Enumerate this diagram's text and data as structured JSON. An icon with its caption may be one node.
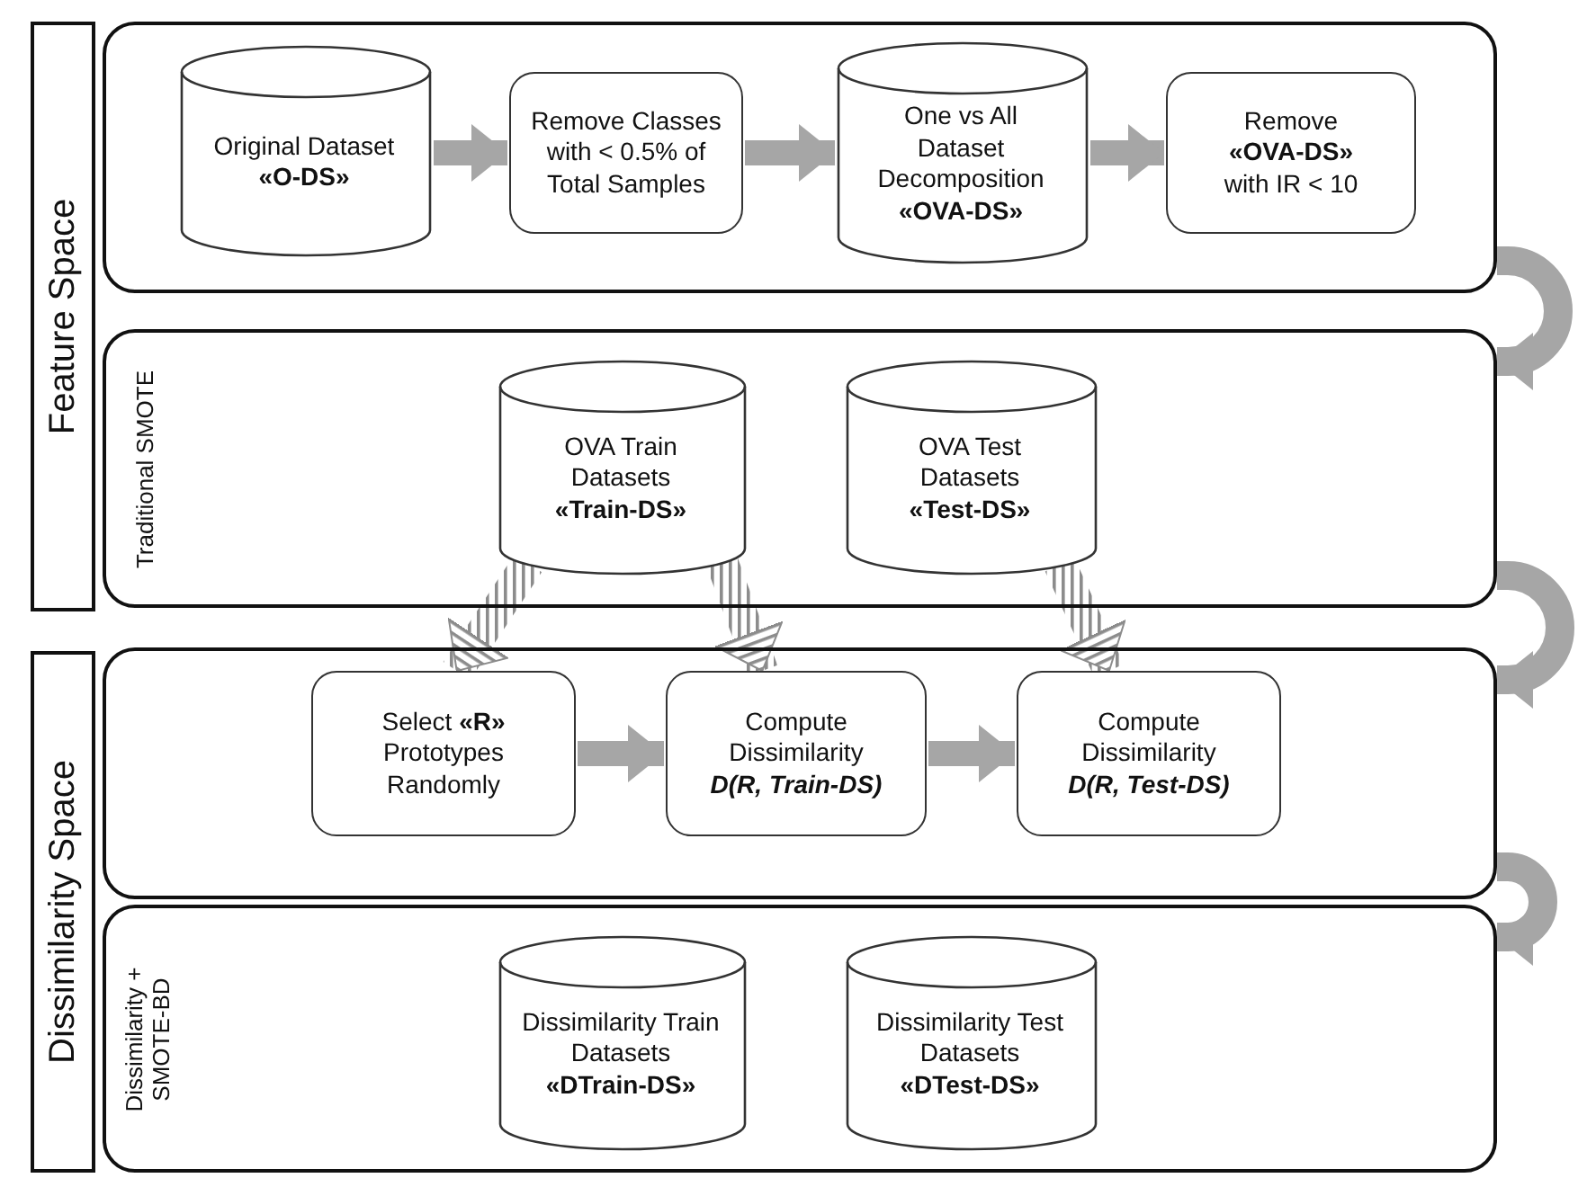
{
  "diagram": {
    "nodes": [
      {
        "text": [
          "Feature Space"
        ]
      },
      {
        "text": [
          "Dissimilarity Space"
        ]
      },
      {
        "text": [],
        "shape": "box"
      },
      {
        "text": [
          "Original Dataset **«O-DS»**"
        ],
        "in": 2
      },
      {
        "text": [
          "Remove Classes with < 0.5% of Total Samples"
        ],
        "in": 2
      },
      {
        "text": [
          "One vs All Dataset Decomposition **«OVA-DS»**"
        ],
        "in": 2
      },
      {
        "text": [
          "Remove **«OVA-DS»** with IR < 10"
        ],
        "in": 2
      },
      {
        "text": [
          "Traditional SMOTE"
        ]
      },
      {
        "text": [
          "OVA Train Datasets **«Train-DS»**"
        ],
        "in": 7
      },
      {
        "text": [
          "OVA Test Datasets **«Test-DS»**"
        ],
        "in": 7
      },
      {
        "text": [],
        "shape": "box"
      },
      {
        "text": [
          "Select **«R»** Prototypes Randomly"
        ],
        "in": 10
      },
      {
        "text": [
          "Compute Dissimilarity *D(R, Train-DS)*"
        ],
        "in": 10
      },
      {
        "text": [
          "Compute Dissimilarity *D(R, Test-DS)*"
        ],
        "in": 10
      },
      {
        "text": [
          "Dissimilarity + SMOTE-BD"
        ]
      },
      {
        "text": [
          "Dissimilarity Train Datasets **«DTrain-DS»**"
        ],
        "in": 14
      },
      {
        "text": [
          "Dissimilarity Test Datasets **«DTest-DS»**"
        ],
        "in": 14
      }
    ],
    "edges": [
      {
        "from": 3,
        "to": 4,
        "arrow": "to"
      },
      {
        "from": 4,
        "to": 5,
        "arrow": "to"
      },
      {
        "from": 5,
        "to": 6,
        "arrow": "to"
      },
      {
        "from": 2,
        "to": 7,
        "arrow": "to"
      },
      {
        "from": 8,
        "to": 11,
        "arrow": "to"
      },
      {
        "from": 8,
        "to": 12,
        "arrow": "to"
      },
      {
        "from": 9,
        "to": 13,
        "arrow": "to"
      },
      {
        "from": 7,
        "to": 10,
        "arrow": "to"
      },
      {
        "from": 11,
        "to": 12,
        "arrow": "to"
      },
      {
        "from": 12,
        "to": 13,
        "arrow": "to"
      },
      {
        "from": 10,
        "to": 14,
        "arrow": "to"
      }
    ]
  }
}
